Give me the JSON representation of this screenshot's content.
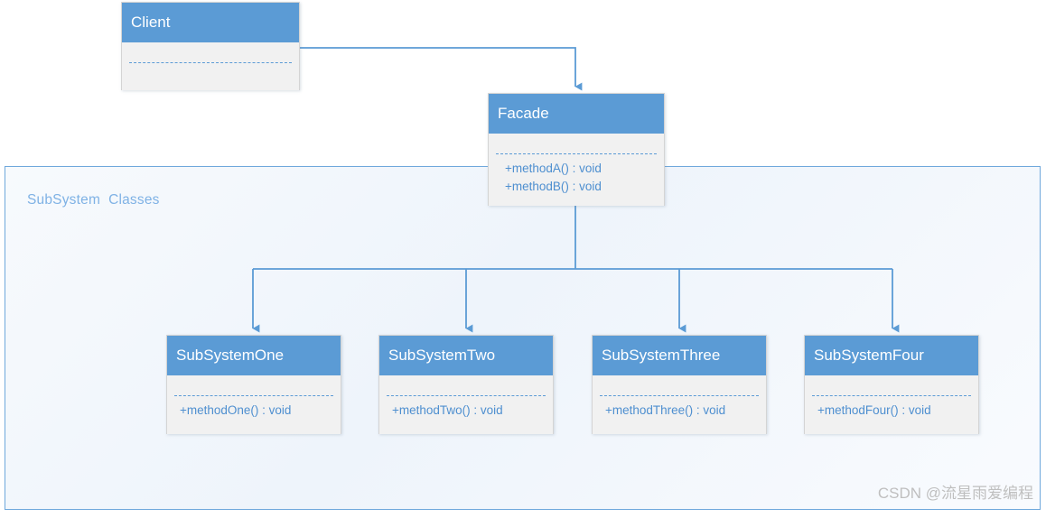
{
  "diagram": {
    "type": "uml-class-diagram",
    "pattern": "Facade",
    "background": "#ffffff",
    "accent_color": "#5B9BD5",
    "body_color": "#F1F1F1",
    "connector_color": "#5B9BD5"
  },
  "subsystem_group": {
    "label": "SubSystem  Classes",
    "label_color": "#7FB2E5",
    "border_color": "#6FA8DC"
  },
  "classes": {
    "client": {
      "name": "Client",
      "methods": []
    },
    "facade": {
      "name": "Facade",
      "methods": [
        "+methodA() : void",
        "+methodB() : void"
      ]
    },
    "subsystem_one": {
      "name": "SubSystemOne",
      "methods": [
        "+methodOne() : void"
      ]
    },
    "subsystem_two": {
      "name": "SubSystemTwo",
      "methods": [
        "+methodTwo() : void"
      ]
    },
    "subsystem_three": {
      "name": "SubSystemThree",
      "methods": [
        "+methodThree() : void"
      ]
    },
    "subsystem_four": {
      "name": "SubSystemFour",
      "methods": [
        "+methodFour() : void"
      ]
    }
  },
  "connections": [
    {
      "from": "Client",
      "to": "Facade",
      "style": "solid-arrow"
    },
    {
      "from": "Facade",
      "to": "SubSystemOne",
      "style": "solid-arrow"
    },
    {
      "from": "Facade",
      "to": "SubSystemTwo",
      "style": "solid-arrow"
    },
    {
      "from": "Facade",
      "to": "SubSystemThree",
      "style": "solid-arrow"
    },
    {
      "from": "Facade",
      "to": "SubSystemFour",
      "style": "solid-arrow"
    }
  ],
  "watermark": {
    "text": "CSDN @流星雨爱编程",
    "color": "#BFBFBF"
  }
}
